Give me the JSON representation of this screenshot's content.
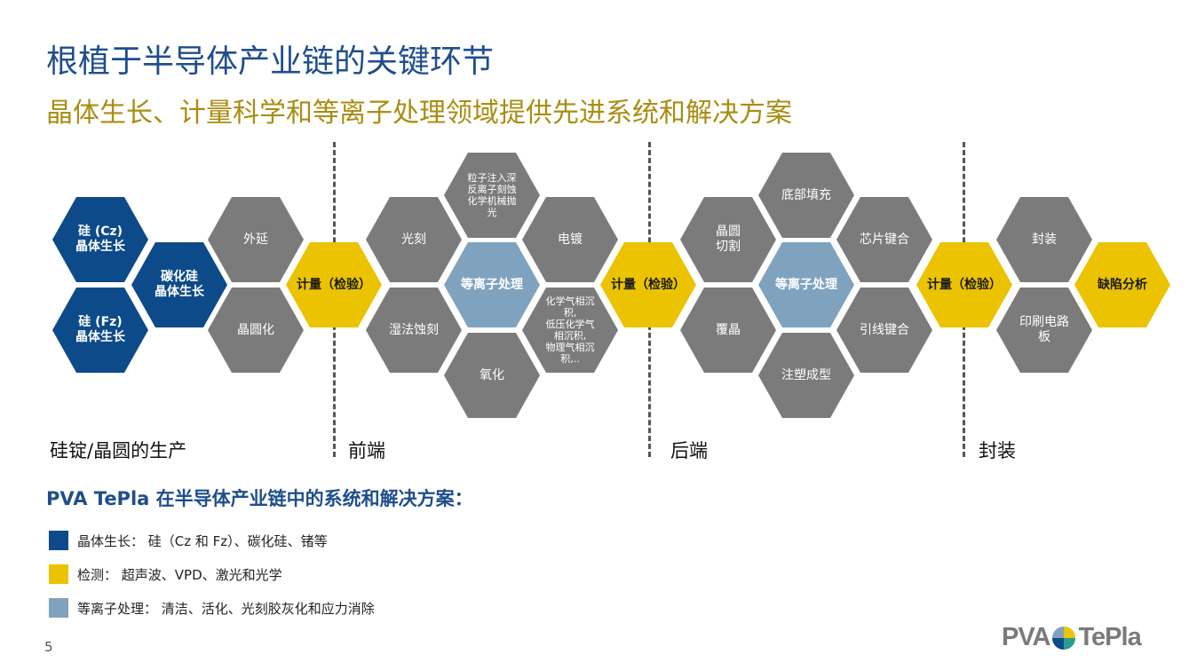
{
  "title": "根植于半导体产业链的关键环节",
  "subtitle": "晶体生长、计量科学和等离子处理领域提供先进系统和解决方案",
  "hexagons": {
    "si_cz": "硅 (Cz)\n晶体生长",
    "sic": "碳化硅\n晶体生长",
    "si_fz": "硅 (Fz)\n晶体生长",
    "epitaxy": "外延",
    "wafering": "晶圆化",
    "metrology_1": "计量（检验）",
    "lithography": "光刻",
    "ion_implant": "粒子注入深\n反离子刻蚀\n化学机械抛\n光",
    "electroplating": "电镀",
    "plasma_1": "等离子处理",
    "wet_etch": "湿法蚀刻",
    "deposition": "化学气相沉\n积,\n低压化学气\n相沉积,\n物理气相沉\n积,..",
    "oxidation": "氧化",
    "metrology_2": "计量（检验）",
    "dicing": "晶圆\n切割",
    "underfill": "底部填充",
    "chip_bonding": "芯片键合",
    "plasma_2": "等离子处理",
    "overmold": "覆晶",
    "wire_bonding": "引线键合",
    "molding": "注塑成型",
    "metrology_3": "计量（检验）",
    "packaging": "封装",
    "pcb": "印刷电路\n板",
    "defect_analysis": "缺陷分析"
  },
  "sections": {
    "ingot": "硅锭/晶圆的生产",
    "front_end": "前端",
    "back_end": "后端",
    "packaging": "封装"
  },
  "pva_heading": "PVA TePla 在半导体产业链中的系统和解决方案：",
  "legend": [
    {
      "color": "#0d4a8a",
      "text": "晶体生长： 硅（Cz 和 Fz）、碳化硅、锗等"
    },
    {
      "color": "#ecc300",
      "text": "检测： 超声波、VPD、激光和光学"
    },
    {
      "color": "#7fa3bf",
      "text": "等离子处理： 清洁、活化、光刻胶灰化和应力消除"
    }
  ],
  "page_number": "5",
  "logo": {
    "left": "PVA",
    "right": "TePla"
  },
  "colors": {
    "blue": "#0d4a8a",
    "gray": "#7b7b7b",
    "yellow": "#ecc300",
    "light_blue": "#7fa3bf",
    "title": "#1f4e8c",
    "subtitle": "#a98d10"
  }
}
